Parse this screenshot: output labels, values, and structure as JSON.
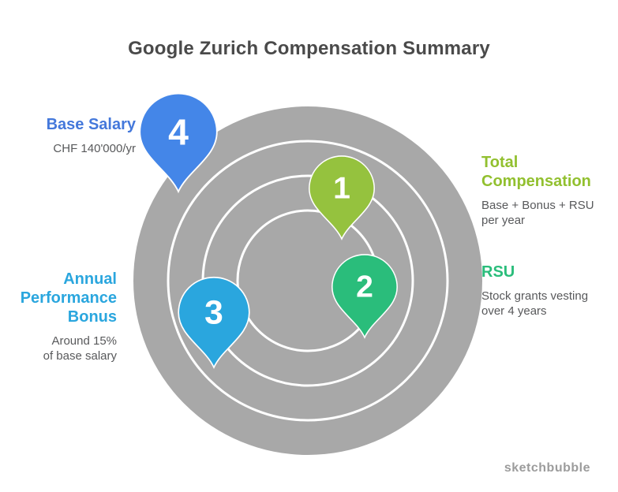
{
  "title": "Google Zurich Compensation Summary",
  "watermark": "sketchbubble",
  "diagram": {
    "disk_color": "#A8A8A8",
    "ring_color": "#FFFFFF",
    "pins": [
      {
        "number": "1",
        "color": "#95C23E"
      },
      {
        "number": "2",
        "color": "#2ABD7B"
      },
      {
        "number": "3",
        "color": "#2AA6DE"
      },
      {
        "number": "4",
        "color": "#4486E8"
      }
    ]
  },
  "callouts": {
    "total_compensation": {
      "color": "#92C02F",
      "label_line1": "Total",
      "label_line2": "Compensation",
      "sub_line1": "Base + Bonus + RSU",
      "sub_line2": "per year"
    },
    "rsu": {
      "color": "#2ABD7B",
      "label": "RSU",
      "sub_line1": "Stock grants vesting",
      "sub_line2": "over 4 years"
    },
    "annual_bonus": {
      "color": "#2AA6DE",
      "label_line1": "Annual",
      "label_line2": "Performance",
      "label_line3": "Bonus",
      "sub_line1": "Around 15%",
      "sub_line2": "of base salary"
    },
    "base_salary": {
      "color": "#4478DB",
      "label": "Base Salary",
      "sub": "CHF 140'000/yr"
    }
  }
}
